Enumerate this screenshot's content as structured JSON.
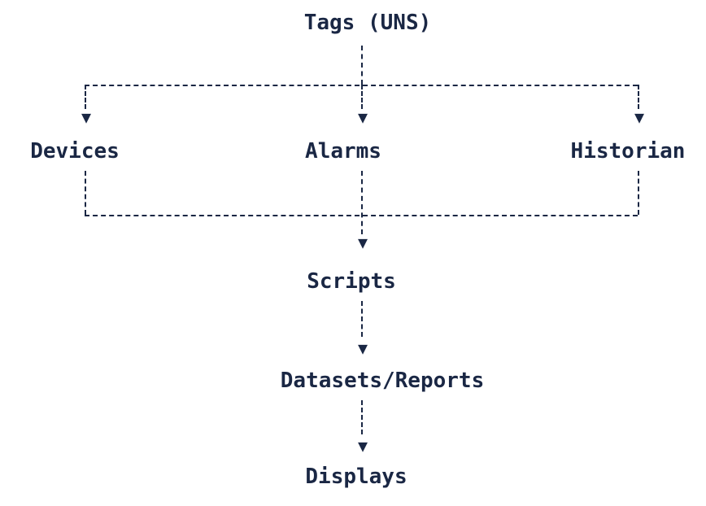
{
  "diagram": {
    "title": "Tags (UNS)",
    "branches": [
      {
        "label": "Devices"
      },
      {
        "label": "Alarms"
      },
      {
        "label": "Historian"
      }
    ],
    "chain": [
      {
        "label": "Scripts"
      },
      {
        "label": "Datasets/Reports"
      },
      {
        "label": "Displays"
      }
    ],
    "colors": {
      "ink": "#1a2744",
      "background": "#ffffff"
    }
  },
  "icons": {
    "arrow_down": "▼"
  }
}
